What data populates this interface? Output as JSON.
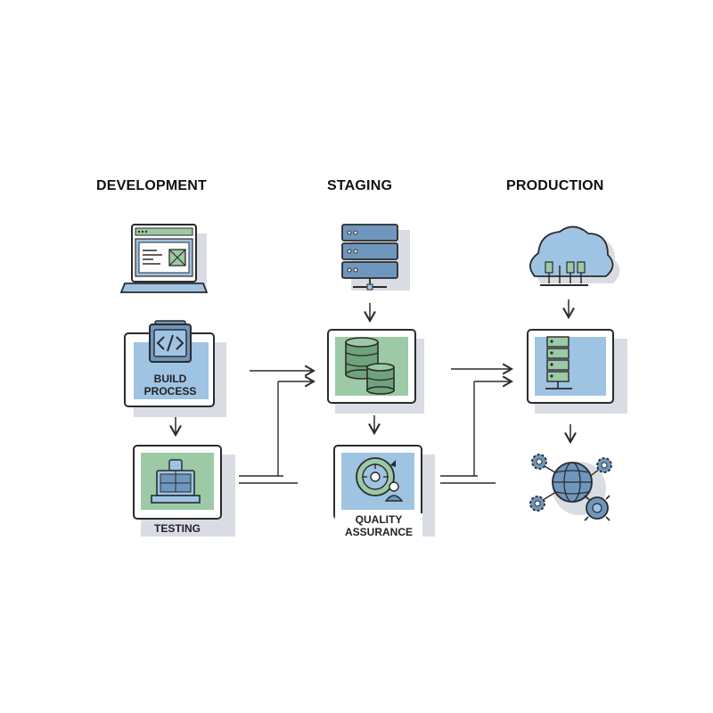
{
  "columns": {
    "development": "DEVELOPMENT",
    "staging": "STAGING",
    "production": "PRODUCTION"
  },
  "labels": {
    "build_line1": "BUILD",
    "build_line2": "PROCESS",
    "testing": "TESTING",
    "qa_line1": "QUALITY",
    "qa_line2": "ASSURANCE"
  },
  "colors": {
    "outline": "#2b2b2b",
    "blue": "#9fc3e3",
    "blue_dark": "#6f97be",
    "green": "#9cc9a6",
    "green_dark": "#6fa37c",
    "shadow": "#d9dde3"
  }
}
